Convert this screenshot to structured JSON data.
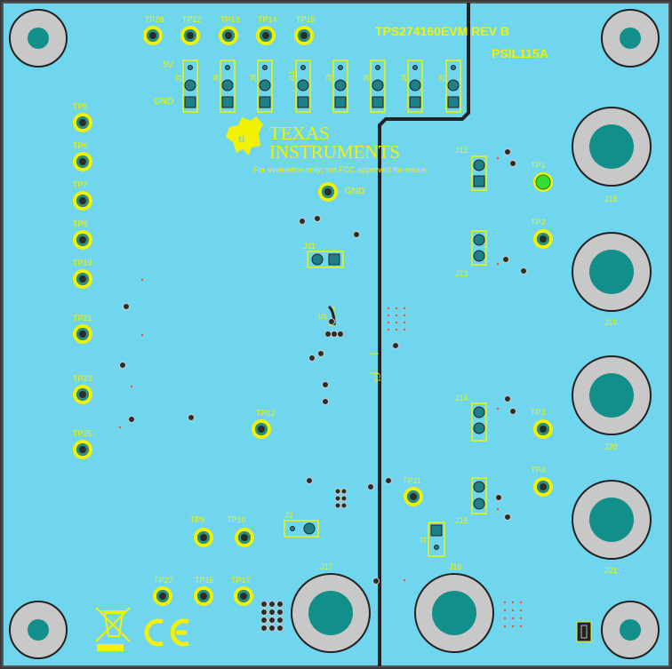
{
  "board": {
    "title": "TPS274160EVM REV B",
    "code": "PSIL115A",
    "disclaimer": "For evaluation only; not FCC approved for resale.",
    "brand_line1": "TEXAS",
    "brand_line2": "INSTRUMENTS",
    "gnd_label": "GND",
    "v5_label": "5V",
    "gnd_row_label": "GND",
    "ce_mark": "CE",
    "colors": {
      "board": "#6fd6ee",
      "silk": "#f2f200",
      "copper_gap": "#222222",
      "pad": "#2b8f7f",
      "led": "#33dd33"
    }
  },
  "top_testpoints": [
    "TP28",
    "TP12",
    "TP13",
    "TP14",
    "TP15"
  ],
  "jumper_labels": [
    "J7",
    "J8",
    "J9",
    "J10",
    "J3",
    "J6",
    "J4",
    "J5"
  ],
  "left_testpoints": [
    "TP5",
    "TP6",
    "TP7",
    "TP8",
    "TP19",
    "TP21",
    "TP23",
    "TP25"
  ],
  "right_testpoints": [
    "TP1",
    "TP2",
    "TP3",
    "TP4"
  ],
  "right_connectors": [
    "J18",
    "J19",
    "J20",
    "J21"
  ],
  "right_jumpers": [
    "J12",
    "J13",
    "J14",
    "J15"
  ],
  "misc": {
    "tp22": "TP22",
    "tp11": "TP11",
    "tp9": "TP9",
    "tp10": "TP10",
    "tp27": "TP27",
    "tp16": "TP16",
    "tp17": "TP17",
    "j11": "J11",
    "j2": "J2",
    "j1": "J1",
    "j16": "J16",
    "j17": "J17",
    "u1": "U1",
    "c1": "C1"
  }
}
